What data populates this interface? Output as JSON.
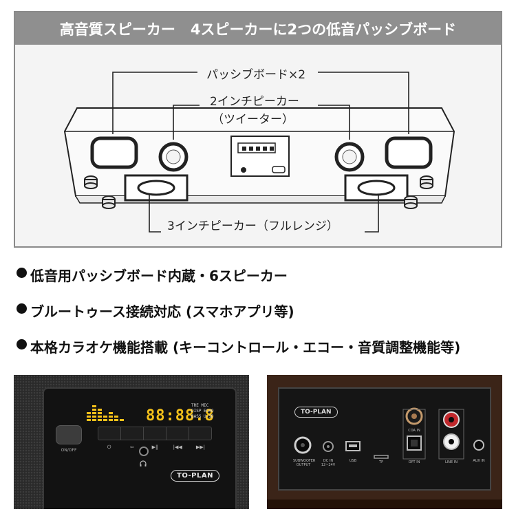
{
  "header": {
    "title": "高音質スピーカー",
    "subtitle": "4スピーカーに2つの低音パッシブボード"
  },
  "diagram": {
    "passive_label": "パッシブボード×2",
    "tweeter_label_1": "2インチピーカー",
    "tweeter_label_2": "（ツイーター）",
    "fullrange_label": "3インチピーカー（フルレンジ）"
  },
  "features": [
    {
      "text": "低音用パッシブボード内蔵・6スピーカー"
    },
    {
      "text": "ブルートゥース接続対応 (スマホアプリ等)"
    },
    {
      "text": "本格カラオケ機能搭載 (キーコントロール・エコー・音質調整機能等)"
    }
  ],
  "front_panel": {
    "display": "88:88.8",
    "tags": "TRE MIC\nDISP ECHO\nBASS U-SD",
    "onoff_label": "ON/OFF",
    "logo": "TO-PLAN",
    "button_icons": [
      "⏻",
      "⇦",
      "▶‖",
      "|◀◀",
      "▶▶|"
    ],
    "headphone_icon": "headphone-icon"
  },
  "back_panel": {
    "logo": "TO-PLAN",
    "ports": [
      {
        "label": "SUBWOOFER\nOUTPUT"
      },
      {
        "label": "DC IN\n12~24V"
      },
      {
        "label": "USB"
      },
      {
        "label": "TF"
      },
      {
        "label": "COA IN"
      },
      {
        "label": "OPT IN"
      },
      {
        "label": "LINE IN"
      },
      {
        "label": "AUX IN"
      }
    ]
  },
  "colors": {
    "header_bg": "#8f8f8f",
    "lcd": "#f6c21a",
    "rca_red": "#c0282c",
    "wood": "#3b2418"
  }
}
